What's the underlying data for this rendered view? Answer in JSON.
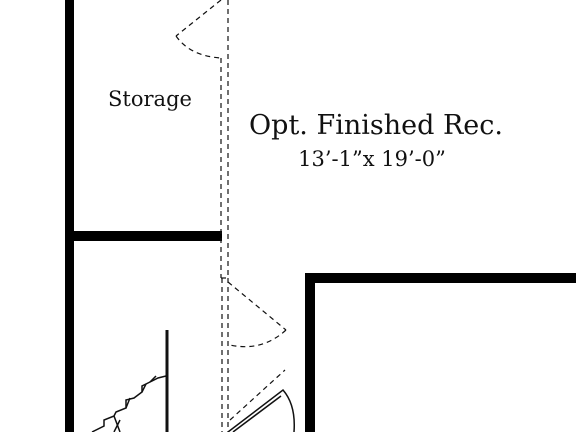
{
  "rooms": {
    "storage": {
      "label": "Storage"
    },
    "rec": {
      "label": "Opt. Finished Rec.",
      "dimensions": "13’-1”x 19’-0”"
    }
  },
  "colors": {
    "wall": "#000000",
    "line": "#111111",
    "background": "#ffffff"
  }
}
